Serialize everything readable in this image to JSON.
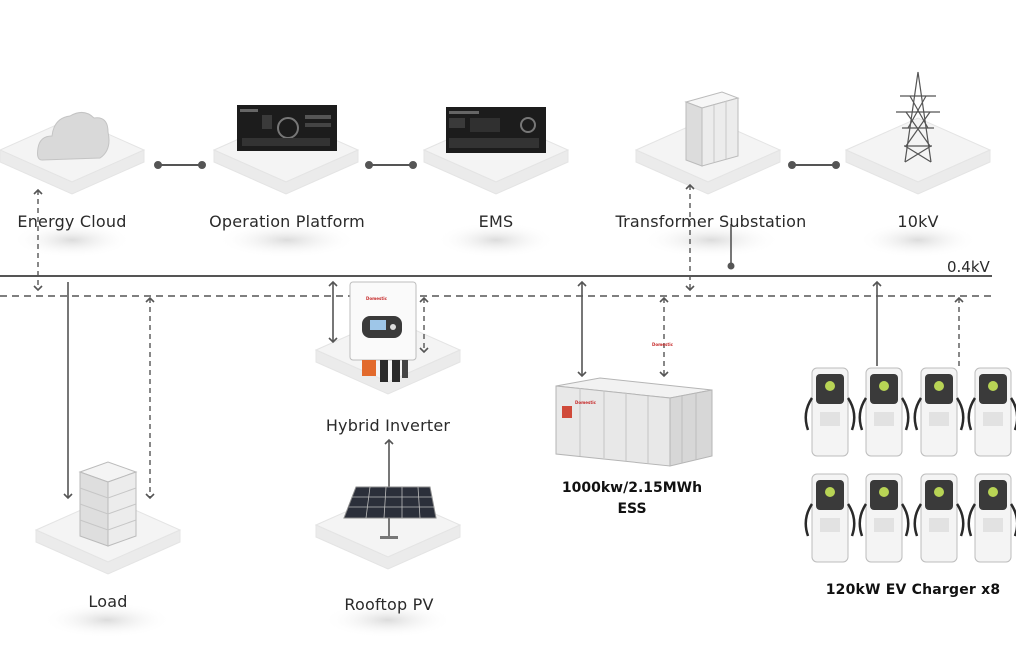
{
  "nodes": {
    "energy_cloud": "Energy Cloud",
    "operation_platform": "Operation Platform",
    "ems": "EMS",
    "transformer_substation": "Transformer Substation",
    "grid_10kv": "10kV",
    "hybrid_inverter": "Hybrid Inverter",
    "load": "Load",
    "rooftop_pv": "Rooftop PV",
    "ess_rating": "1000kw/2.15MWh",
    "ess": "ESS",
    "ev_charger": "120kW EV Charger x8"
  },
  "bus": {
    "label": "0.4kV"
  },
  "brand_mark": "Domestic",
  "colors": {
    "line": "#555555",
    "platform": "#f2f2f2",
    "screen": "#1c1c1c",
    "brand": "#c62828"
  }
}
